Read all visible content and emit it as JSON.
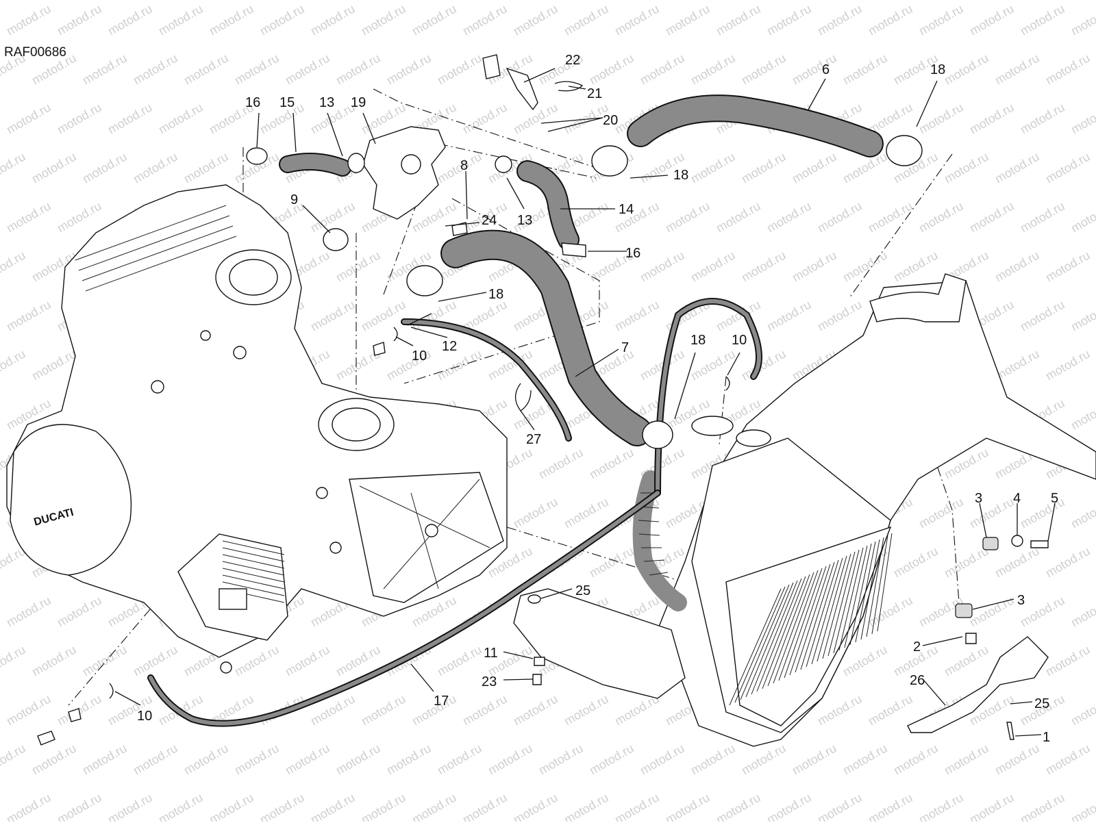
{
  "diagram": {
    "code": "RAF00686",
    "watermark": "motod.ru",
    "logo_text": "DUCATI",
    "callouts": [
      "1",
      "2",
      "3",
      "3",
      "4",
      "5",
      "6",
      "7",
      "8",
      "9",
      "10",
      "10",
      "10",
      "11",
      "12",
      "13",
      "13",
      "14",
      "15",
      "16",
      "16",
      "17",
      "18",
      "18",
      "18",
      "18",
      "19",
      "20",
      "21",
      "22",
      "23",
      "24",
      "25",
      "25",
      "26",
      "27"
    ]
  },
  "colors": {
    "ink": "#111111",
    "hose": "#8a8a8a",
    "watermark": "#cfcfcf",
    "background": "#ffffff"
  }
}
